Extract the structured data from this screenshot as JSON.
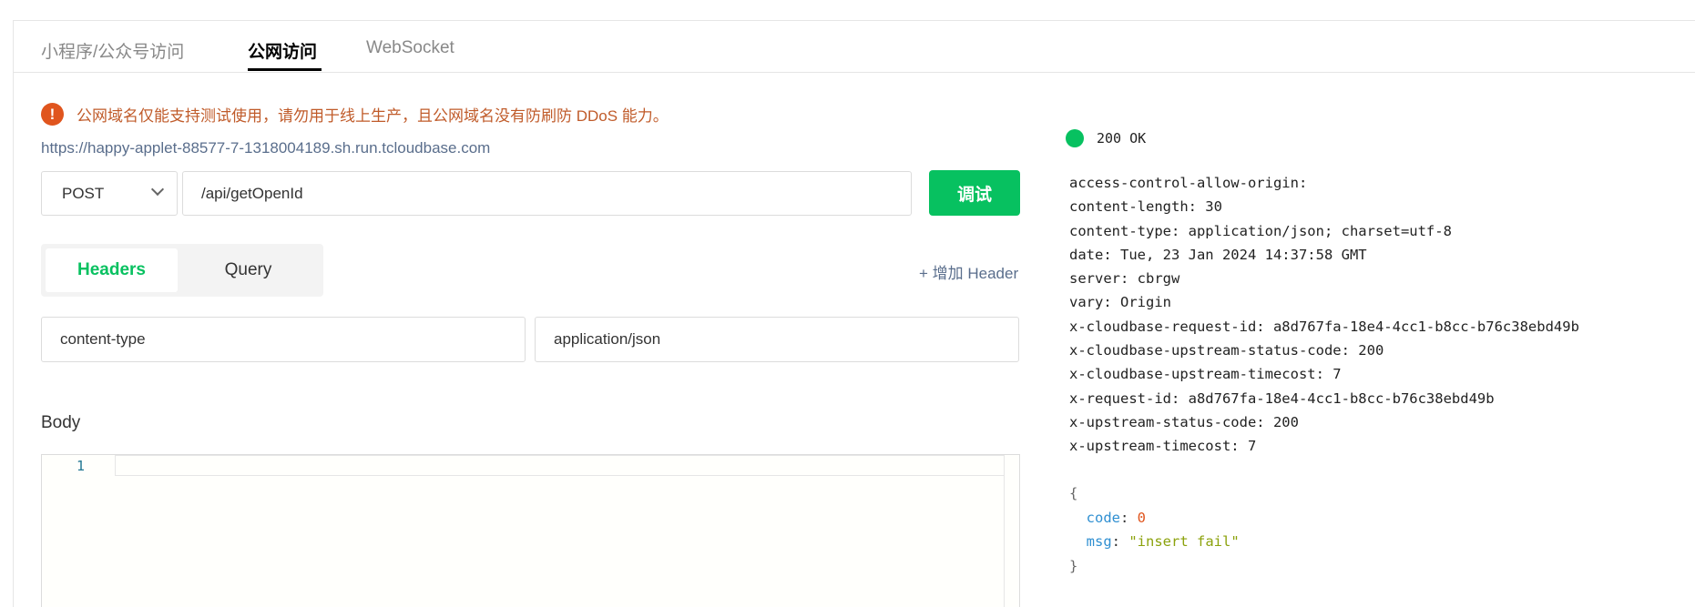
{
  "tabs": [
    {
      "label": "小程序/公众号访问",
      "active": false
    },
    {
      "label": "公网访问",
      "active": true
    },
    {
      "label": "WebSocket",
      "active": false
    }
  ],
  "warning": {
    "icon": "exclamation-icon",
    "text": "公网域名仅能支持测试使用，请勿用于线上生产，且公网域名没有防刷防 DDoS 能力。"
  },
  "base_url": "https://happy-applet-88577-7-1318004189.sh.run.tcloudbase.com",
  "request": {
    "method": "POST",
    "path": "/api/getOpenId",
    "submit_label": "调试"
  },
  "param_tabs": {
    "headers_label": "Headers",
    "query_label": "Query",
    "add_header_label": "+ 增加 Header"
  },
  "header_row": {
    "key": "content-type",
    "value": "application/json"
  },
  "body": {
    "label": "Body",
    "line_number": "1"
  },
  "response": {
    "status": "200 OK",
    "status_color": "#07c160",
    "headers": [
      "access-control-allow-origin:",
      "content-length: 30",
      "content-type: application/json; charset=utf-8",
      "date: Tue, 23 Jan 2024 14:37:58 GMT",
      "server: cbrgw",
      "vary: Origin",
      "x-cloudbase-request-id: a8d767fa-18e4-4cc1-b8cc-b76c38ebd49b",
      "x-cloudbase-upstream-status-code: 200",
      "x-cloudbase-upstream-timecost: 7",
      "x-request-id: a8d767fa-18e4-4cc1-b8cc-b76c38ebd49b",
      "x-upstream-status-code: 200",
      "x-upstream-timecost: 7"
    ],
    "json": {
      "open_brace": "{",
      "code_key": "code",
      "code_value": "0",
      "msg_key": "msg",
      "msg_value": "\"insert fail\"",
      "close_brace": "}"
    }
  },
  "colors": {
    "accent": "#07c160",
    "warning": "#e0551e",
    "link": "#5a6e8c"
  }
}
